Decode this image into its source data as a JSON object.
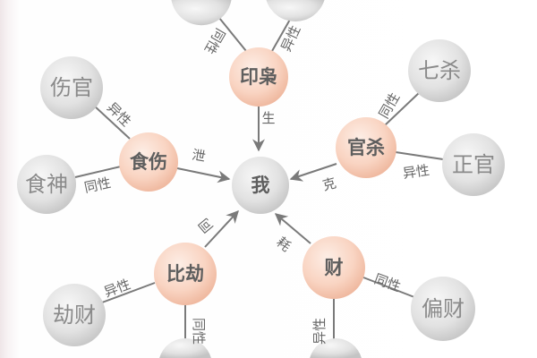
{
  "center": {
    "label": "我"
  },
  "categories": [
    {
      "id": "yin",
      "label": "印枭",
      "relation": "生"
    },
    {
      "id": "shishang",
      "label": "食伤",
      "relation": "泄"
    },
    {
      "id": "guansha",
      "label": "官杀",
      "relation": "克"
    },
    {
      "id": "bijie",
      "label": "比劫",
      "relation": "同"
    },
    {
      "id": "cai",
      "label": "财",
      "relation": "耗"
    }
  ],
  "gods": {
    "shangguan": {
      "label": "伤官",
      "relation": "异性"
    },
    "shishen": {
      "label": "食神",
      "relation": "同性"
    },
    "qisha": {
      "label": "七杀",
      "relation": "同性"
    },
    "zhengguan": {
      "label": "正官",
      "relation": "异性"
    },
    "jiecai": {
      "label": "劫财",
      "relation": "异性"
    },
    "piancai": {
      "label": "偏财",
      "relation": "同性"
    },
    "yin_tl": {
      "relation": "同性"
    },
    "yin_tr": {
      "relation": "异性"
    },
    "bijie_bottom": {
      "relation": "同性"
    },
    "cai_bottom": {
      "relation": "异性"
    }
  },
  "colors": {
    "category_node": "#f5c6b0",
    "ten_god_node": "#d6d6d6",
    "line": "#7a7a7a",
    "text": "#666666"
  }
}
